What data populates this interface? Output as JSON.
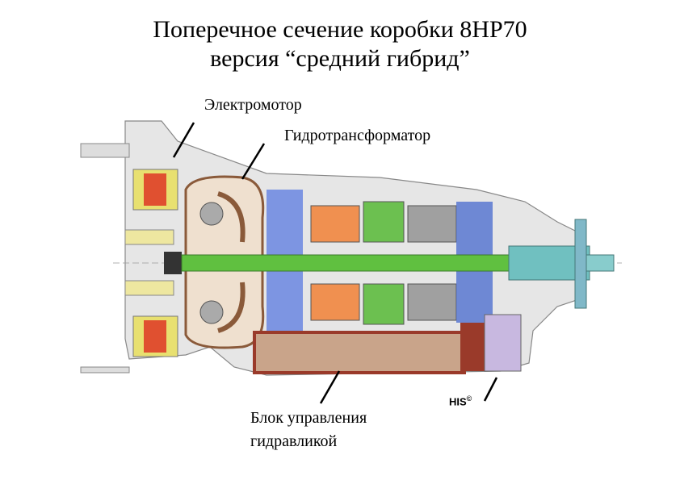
{
  "title": {
    "line1": "Поперечное сечение коробки 8HP70",
    "line2": "версия “средний гибрид”"
  },
  "labels": {
    "electric_motor": "Электромотор",
    "torque_converter": "Гидротрансформатор",
    "hydraulic_control_line1": "Блок управления",
    "hydraulic_control_line2": "гидравликой"
  },
  "watermark": {
    "text": "HIS",
    "mark": "©"
  },
  "colors": {
    "housing": "#c8c8c8",
    "motor": "#e8e070",
    "stator": "#e05030",
    "converter": "#8a5a3a",
    "shaft": "#60c040",
    "clutch": "#5070d0",
    "planet": "#f09050",
    "valve_body": "#9a3a2a",
    "output": "#70c0c0"
  }
}
